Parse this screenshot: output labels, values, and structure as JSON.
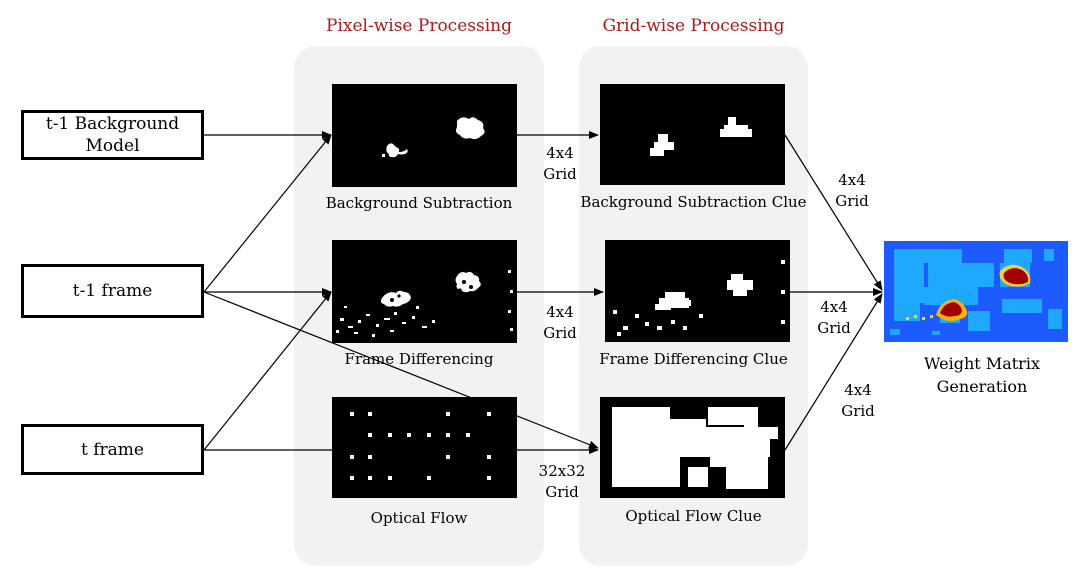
{
  "sections": {
    "pixel": "Pixel-wise Processing",
    "grid": "Grid-wise Processing"
  },
  "inputs": {
    "background_model": "t-1 Background\nModel",
    "prev_frame": "t-1 frame",
    "curr_frame": "t frame"
  },
  "pixel_outputs": {
    "bg_sub": "Background Subtraction",
    "frame_diff": "Frame Differencing",
    "optical_flow": "Optical Flow"
  },
  "grid_outputs": {
    "bg_sub_clue": "Background Subtraction Clue",
    "frame_diff_clue": "Frame Differencing Clue",
    "optical_flow_clue": "Optical Flow Clue"
  },
  "grid_labels": {
    "bg_sub": "4x4\nGrid",
    "frame_diff": "4x4\nGrid",
    "optical_flow": "32x32\nGrid",
    "to_weight_1": "4x4\nGrid",
    "to_weight_2": "4x4\nGrid",
    "to_weight_3": "4x4\nGrid"
  },
  "output": {
    "weight_matrix": "Weight Matrix\nGeneration"
  },
  "colors": {
    "section_title": "#b01818",
    "panel": "#f2f2f2",
    "heat_low": "#1e5bff",
    "heat_mid": "#1ea8ff",
    "heat_high": "#a00000"
  }
}
